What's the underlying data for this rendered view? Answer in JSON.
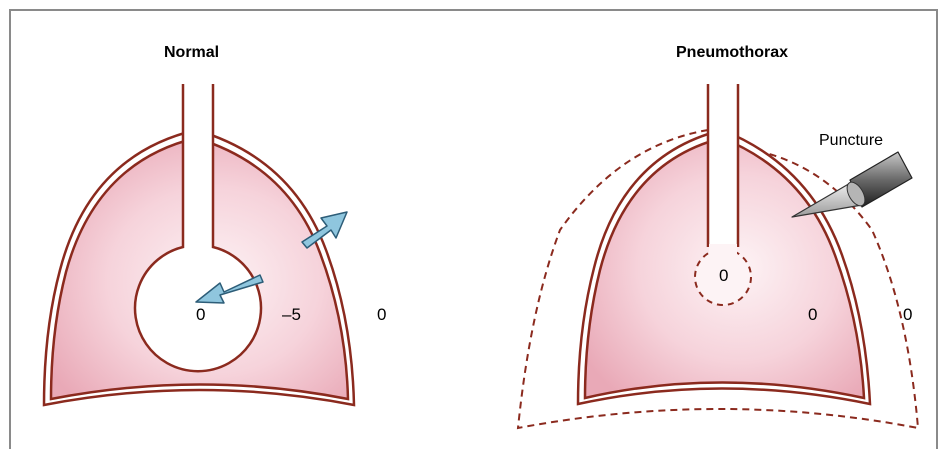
{
  "panels": {
    "left": {
      "title": "Normal",
      "inner_pressure": "0",
      "pleural_pressure": "–5",
      "outside_pressure": "0"
    },
    "right": {
      "title": "Pneumothorax",
      "inner_pressure": "0",
      "pleural_pressure": "0",
      "outside_pressure": "0",
      "puncture_label": "Puncture"
    }
  },
  "colors": {
    "lung_outline": "#8b2a1e",
    "lung_fill_center": "#fdf3f5",
    "lung_fill_edge": "#eaaab8",
    "arrow_fill": "#8fc6de",
    "frame": "#8a8a8a"
  }
}
